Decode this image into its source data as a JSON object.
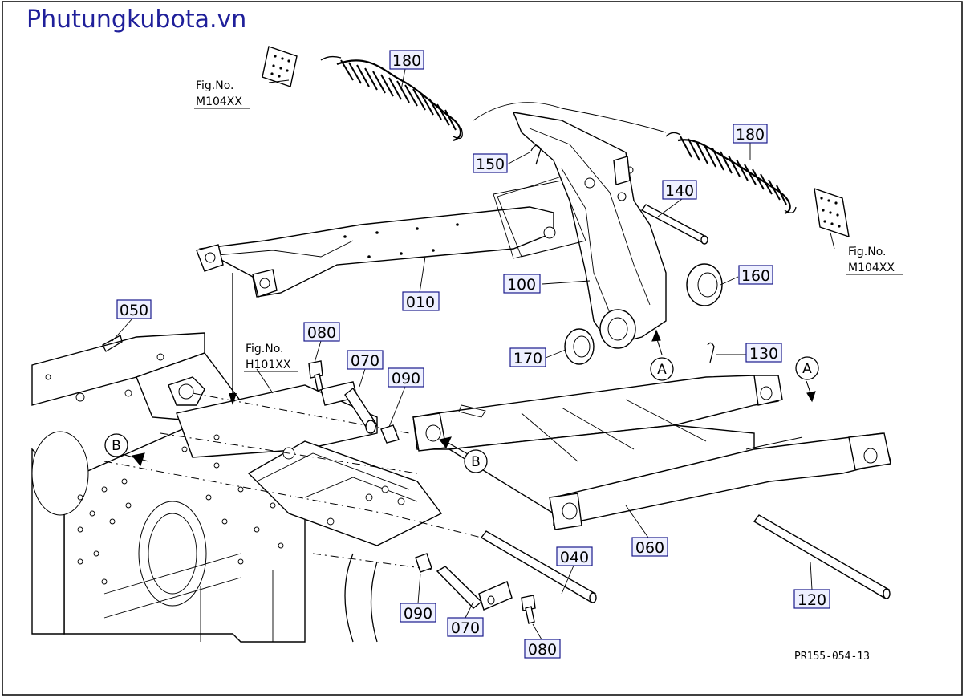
{
  "watermark": "Phutungkubota.vn",
  "drawing_code": "PR155-054-13",
  "figure_refs": {
    "fig_label": "Fig.No.",
    "ref_m104_left": "M104XX",
    "ref_m104_right": "M104XX",
    "ref_h101": "H101XX"
  },
  "callouts": {
    "p180_left": "180",
    "p180_right": "180",
    "p150": "150",
    "p140": "140",
    "p160": "160",
    "p100": "100",
    "p010": "010",
    "p050": "050",
    "p080_top": "080",
    "p070_top": "070",
    "p090_top": "090",
    "p170": "170",
    "p130": "130",
    "p060": "060",
    "p040": "040",
    "p120": "120",
    "p090_bottom": "090",
    "p070_bottom": "070",
    "p080_bottom": "080"
  },
  "markers": {
    "a_upper": "A",
    "a_right": "A",
    "b_left": "B",
    "b_center": "B"
  }
}
